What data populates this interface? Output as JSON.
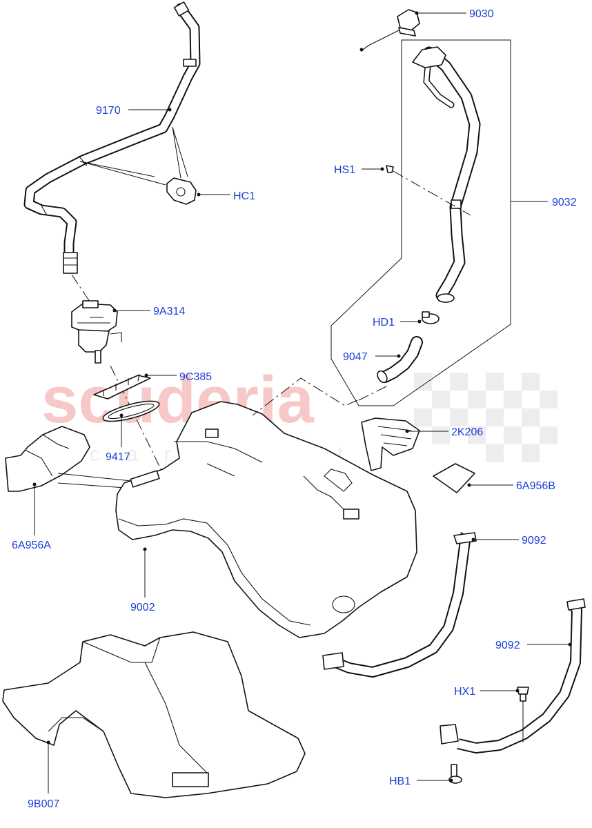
{
  "watermark": {
    "text": "scuderia",
    "subtext": "car parts"
  },
  "callouts": {
    "p9030": "9030",
    "p9170": "9170",
    "hs1": "HS1",
    "p9032": "9032",
    "hc1": "HC1",
    "p9a314": "9A314",
    "hd1": "HD1",
    "p9047": "9047",
    "p9c385": "9C385",
    "p2k206": "2K206",
    "p9417": "9417",
    "p6a956b": "6A956B",
    "p6a956a": "6A956A",
    "p9092a": "9092",
    "p9002": "9002",
    "p9092b": "9092",
    "hx1": "HX1",
    "p9b007": "9B007",
    "hb1": "HB1"
  }
}
